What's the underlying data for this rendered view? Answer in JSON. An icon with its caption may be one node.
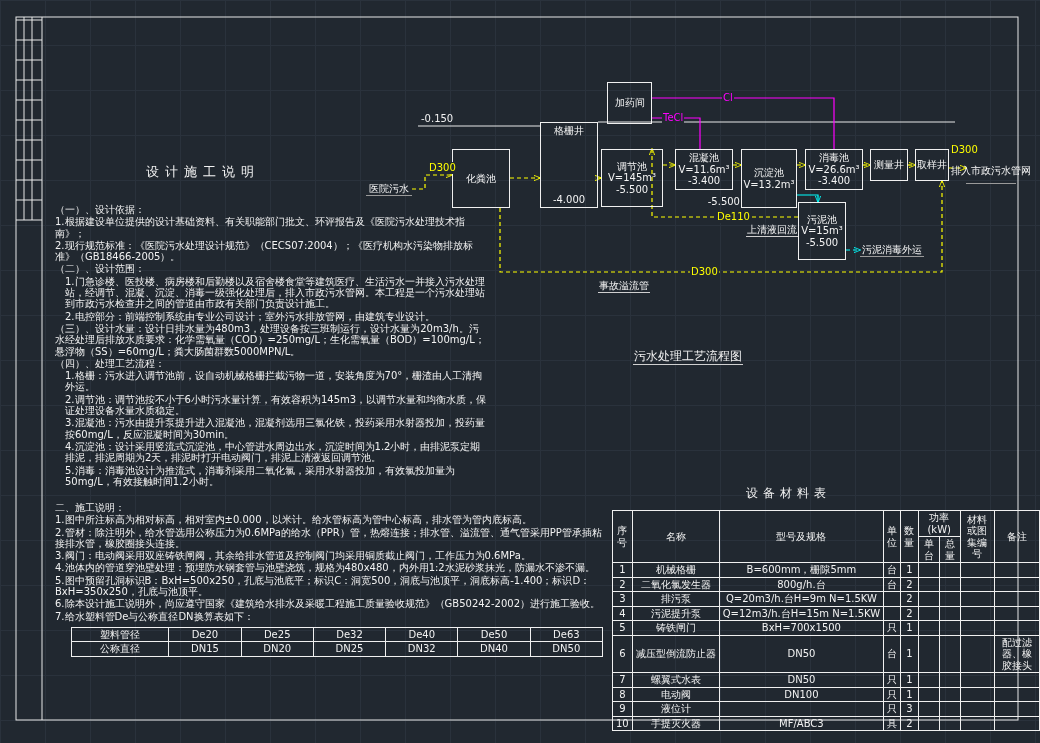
{
  "diagram": {
    "nodes": [
      {
        "text": [
          "医院污水"
        ]
      },
      {
        "text": [
          "化粪池"
        ]
      },
      {
        "text": [
          "格栅井",
          "-4.000"
        ]
      },
      {
        "text": [
          "加药间"
        ]
      },
      {
        "text": [
          "调节池",
          "V=145m³",
          "-5.500"
        ]
      },
      {
        "text": [
          "混凝池",
          "V=11.6m³",
          "-3.400"
        ]
      },
      {
        "text": [
          "沉淀池",
          "V=13.2m³"
        ],
        "beside": [
          "-5.500"
        ]
      },
      {
        "text": [
          "消毒池",
          "V=26.6m³",
          "-3.400"
        ]
      },
      {
        "text": [
          "测量井"
        ]
      },
      {
        "text": [
          "取样井"
        ]
      },
      {
        "text": [
          "排入市政污水管网"
        ]
      },
      {
        "text": [
          "污泥池",
          "V=15m³",
          "-5.500"
        ]
      },
      {
        "text": [
          "污泥消毒外运"
        ]
      }
    ],
    "edges": [
      {
        "from": 0,
        "to": 1,
        "arrow": "to",
        "label": "D300",
        "style": "dashed"
      },
      {
        "from": 1,
        "to": 2,
        "arrow": "to",
        "style": "dashed"
      },
      {
        "from": 2,
        "to": 4,
        "arrow": "to",
        "style": "dashed"
      },
      {
        "from": 4,
        "to": 5,
        "arrow": "to",
        "style": "dashed"
      },
      {
        "from": 5,
        "to": 6,
        "arrow": "to",
        "style": "dashed"
      },
      {
        "from": 6,
        "to": 7,
        "arrow": "to",
        "style": "dashed"
      },
      {
        "from": 7,
        "to": 8,
        "arrow": "to",
        "style": "dashed"
      },
      {
        "from": 8,
        "to": 9,
        "arrow": "to",
        "style": "dashed"
      },
      {
        "from": 9,
        "to": 10,
        "arrow": "to",
        "label": "D300",
        "style": "dashed"
      },
      {
        "from": 3,
        "to": 5,
        "arrow": "none",
        "label": "TeCl",
        "color": "#ff00ff"
      },
      {
        "from": 3,
        "to": 7,
        "arrow": "none",
        "label": "Cl",
        "color": "#ff00ff"
      },
      {
        "from": 6,
        "to": 11,
        "arrow": "to",
        "color": "#00ffff"
      },
      {
        "from": 11,
        "to": 12,
        "arrow": "to",
        "style": "dashed",
        "color": "#00ffff"
      },
      {
        "from": 11,
        "to": 4,
        "arrow": "to",
        "label": "De110",
        "style": "dashed"
      },
      {
        "from": 1,
        "to": 9,
        "arrow": "to",
        "label": "D300",
        "style": "dashed"
      }
    ],
    "labels": [
      "-0.150",
      "上清液回流",
      "事故溢流管",
      "设计施工说明",
      "（一）、设计依据：",
      "1.根据建设单位提供的设计基础资料、有关职能部门批文、环评报告及《医院污水处理技术指南》；",
      "2.现行规范标准：《医院污水处理设计规范》（CECS07:2004）；《医疗机构水污染物排放标准》（GB18466-2005）。",
      "（二）、设计范围：",
      "1.门急诊楼、医技楼、病房楼和后勤楼以及宿舍楼食堂等建筑医疗、生活污水一并接入污水处理站，经调节、混凝、沉淀、消毒一级强化处理后，排入市政污水管网。本工程是一个污水处理站到市政污水检查井之间的管道由市政有关部门负责设计施工。",
      "2.电控部分：前端控制系统由专业公司设计；室外污水排放管网，由建筑专业设计。",
      "（三）、设计水量：设计日排水量为480m3，处理设备按三班制运行，设计水量为20m3/h。污水经处理后排放水质要求：化学需氧量（COD）=250mg/L；生化需氧量（BOD）=100mg/L；悬浮物（SS）=60mg/L；粪大肠菌群数5000MPN/L。",
      "（四）、处理工艺流程：",
      "1.格栅：污水进入调节池前，设自动机械格栅拦截污物一道，安装角度为70°，栅渣由人工清掏外运。",
      "2.调节池：调节池按不小于6小时污水量计算，有效容积为145m3，以调节水量和均衡水质，保证处理设备水量水质稳定。",
      "3.混凝池：污水由提升泵提升进入混凝池，混凝剂选用三氯化铁，投药采用水射器投加，投药量按60mg/L，反应混凝时间为30min。",
      "4.沉淀池：设计采用竖流式沉淀池，中心管进水周边出水，沉淀时间为1.2小时，由排泥泵定期排泥，排泥周期为2天，排泥时打开电动阀门，排泥上清液返回调节池。",
      "5.消毒：消毒池设计为推流式，消毒剂采用二氧化氯，采用水射器投加，有效氯投加量为50mg/L，有效接触时间1.2小时。",
      "污水处理工艺流程图",
      "二、施工说明：",
      "1.图中所注标高为相对标高，相对室内±0.000，以米计。给水管标高为管中心标高，排水管为管内底标高。",
      "2.管材：除注明外，给水管选用公称压力为0.6MPa的给水（PPR）管，热熔连接；排水管、溢流管、通气管采用PP管承插粘接排水管，橡胶圈接头连接。",
      "3.阀门：电动阀采用双座铸铁闸阀，其余给排水管道及控制阀门均采用铜质截止阀门，工作压力为0.6MPa。",
      "4.池体内的管道穿池壁处理：预埋防水钢套管与池壁浇筑，规格为480x480，内外用1:2水泥砂浆抹光，防漏水不渗不漏。",
      "5.图中预留孔洞标识B：BxH=500x250，孔底与池底平；标识C：洞宽500，洞底与池顶平，洞底标高-1.400；标识D：BxH=350x250，孔底与池顶平。",
      "6.除本设计施工说明外，尚应遵守国家《建筑给水排水及采暖工程施工质量验收规范》（GB50242-2002）进行施工验收。",
      "7.给水塑料管De与公称直径DN换算表如下：",
      "塑料管径",
      "De20",
      "De25",
      "De32",
      "De40",
      "De50",
      "De63",
      "公称直径",
      "DN15",
      "DN20",
      "DN25",
      "DN32",
      "DN40",
      "DN50",
      "设备材料表",
      "序号",
      "名称",
      "型号及规格",
      "单位",
      "数量",
      "功率(kW)",
      "材料或图集编号",
      "备注",
      "单台",
      "总量",
      "1",
      "机械格栅",
      "B=600mm，栅隙5mm",
      "台",
      "1",
      "2",
      "二氧化氯发生器",
      "800g/h.台",
      "台",
      "2",
      "3",
      "排污泵",
      "Q=20m3/h.台H=9m N=1.5KW",
      "2",
      "4",
      "污泥提升泵",
      "Q=12m3/h.台H=15m N=1.5KW",
      "2",
      "5",
      "铸铁闸门",
      "BxH=700x1500",
      "只",
      "1",
      "6",
      "减压型倒流防止器",
      "DN50",
      "台",
      "1",
      "配过滤器、橡胶接头",
      "7",
      "螺翼式水表",
      "DN50",
      "只",
      "1",
      "8",
      "电动阀",
      "DN100",
      "只",
      "1",
      "9",
      "液位计",
      "只",
      "3",
      "10",
      "手提灭火器",
      "MF/ABC3",
      "具",
      "2"
    ]
  }
}
